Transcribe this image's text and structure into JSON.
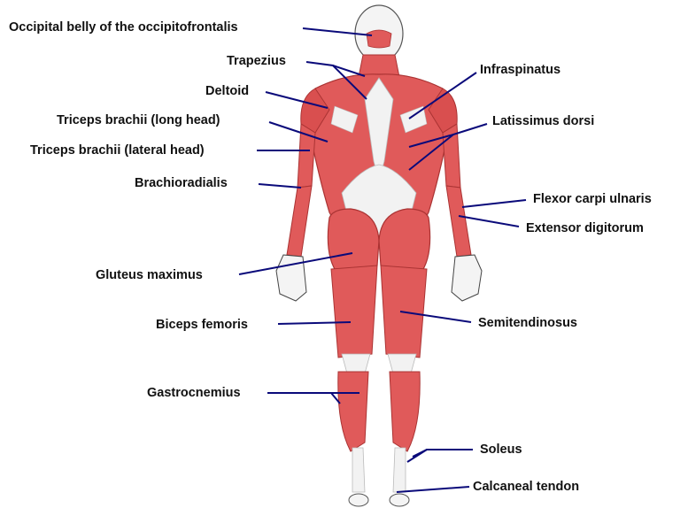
{
  "colors": {
    "muscle": "#e05a5a",
    "muscle_dark": "#b83a3a",
    "tendon": "#f2f2f2",
    "leader": "#0a0a7a",
    "text": "#111111"
  },
  "labels": {
    "occipital": "Occipital belly of the occipitofrontalis",
    "trapezius": "Trapezius",
    "deltoid": "Deltoid",
    "triceps_long": "Triceps brachii (long head)",
    "triceps_lateral": "Triceps brachii (lateral head)",
    "brachioradialis": "Brachioradialis",
    "gluteus": "Gluteus maximus",
    "biceps_femoris": "Biceps femoris",
    "gastrocnemius": "Gastrocnemius",
    "infraspinatus": "Infraspinatus",
    "latissimus": "Latissimus dorsi",
    "flexor_carpi": "Flexor carpi ulnaris",
    "extensor_dig": "Extensor digitorum",
    "semitendinosus": "Semitendinosus",
    "soleus": "Soleus",
    "calcaneal": "Calcaneal tendon"
  }
}
